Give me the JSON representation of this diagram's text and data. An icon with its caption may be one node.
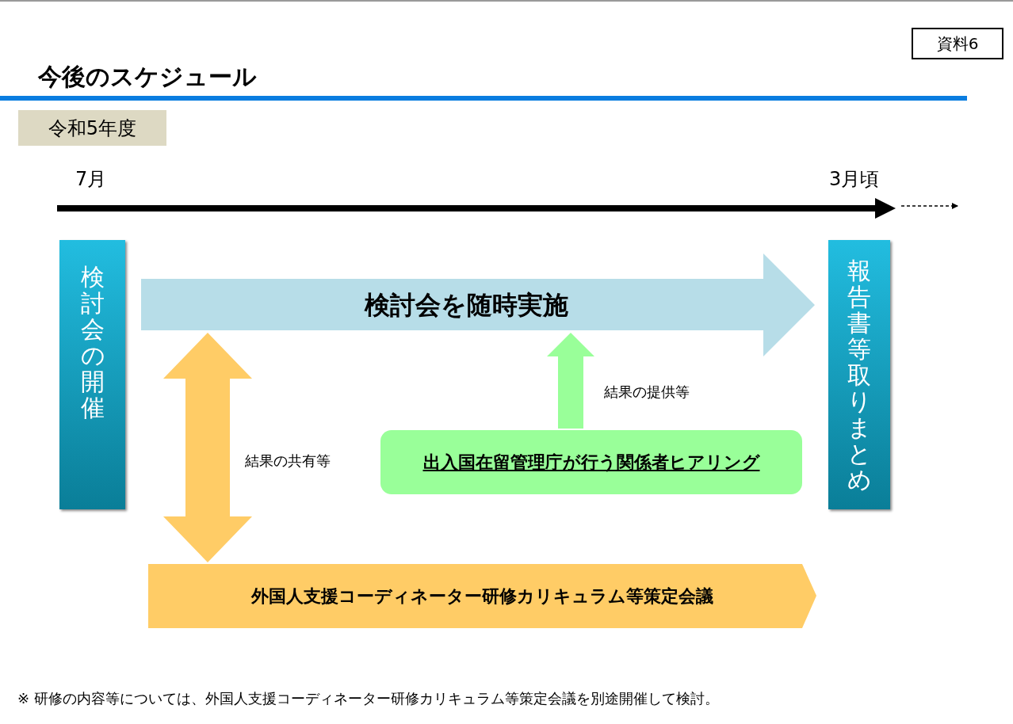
{
  "diagram": {
    "title": "今後のスケジュール",
    "nodes": [
      {
        "text": [
          "検討会の開催"
        ]
      },
      {
        "text": [
          "検討会を随時実施"
        ]
      },
      {
        "text": [
          "報告書等取りまとめ"
        ]
      },
      {
        "text": [
          "出入国在留管理庁が行う関係者ヒアリング"
        ]
      },
      {
        "text": [
          "外国人支援コーディネーター研修カリキュラム等策定会議"
        ]
      }
    ],
    "edges": [
      {
        "from": 1,
        "to": 4,
        "arrow": "both",
        "label": "結果の共有等",
        "style": "thick",
        "color": "#ffcc66"
      },
      {
        "from": 3,
        "to": 1,
        "arrow": "to",
        "label": "結果の提供等",
        "style": "thick",
        "color": "#99ff99"
      }
    ],
    "labels": [
      "資料6",
      "令和5年度",
      "7月",
      "3月頃",
      "※ 研修の内容等については、外国人支援コーディネーター研修カリキュラム等策定会議を別途開催して検討。"
    ]
  }
}
